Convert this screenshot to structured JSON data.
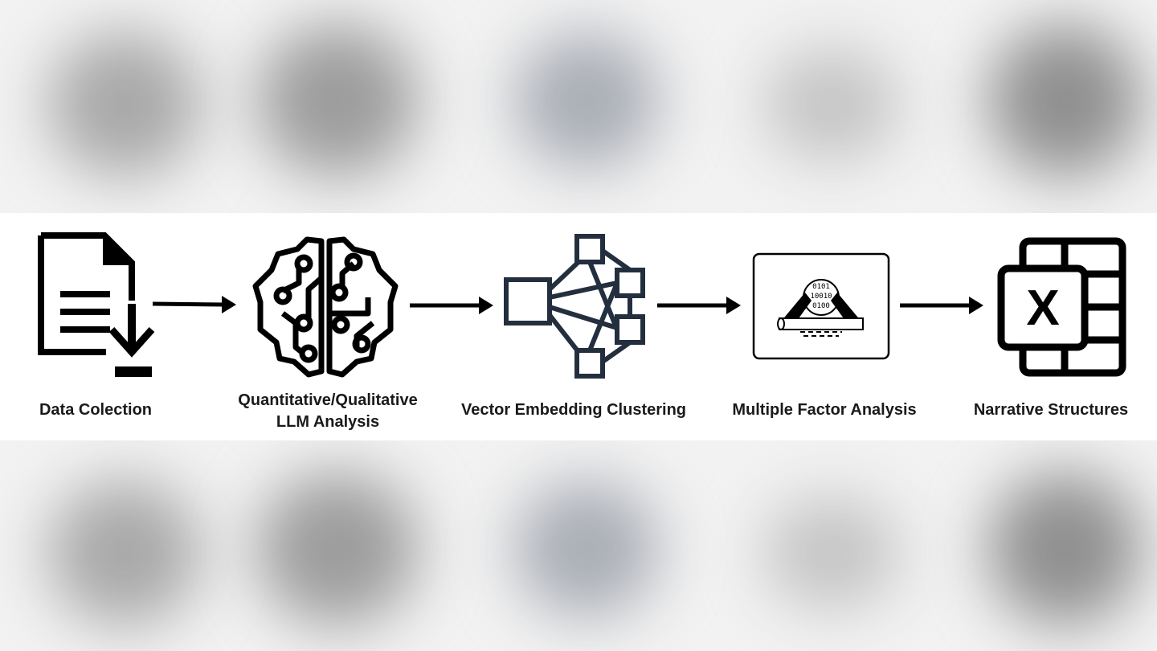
{
  "steps": [
    {
      "label": "Data Colection",
      "icon": "document-download-icon"
    },
    {
      "label_line1": "Quantitative/Qualitative",
      "label_line2": "LLM Analysis",
      "icon": "brain-circuit-icon"
    },
    {
      "label": "Vector Embedding Clustering",
      "icon": "network-nodes-icon"
    },
    {
      "label": "Multiple Factor Analysis",
      "icon": "binary-data-analysis-icon"
    },
    {
      "label": "Narrative Structures",
      "icon": "excel-spreadsheet-icon"
    }
  ],
  "factor_icon_digits": [
    "0101",
    "10010",
    "0100"
  ],
  "excel_icon_letter": "X",
  "colors": {
    "strip": "#ffffff",
    "ink": "#000000",
    "network": "#232f3e",
    "blur": "#9a9a9a"
  }
}
